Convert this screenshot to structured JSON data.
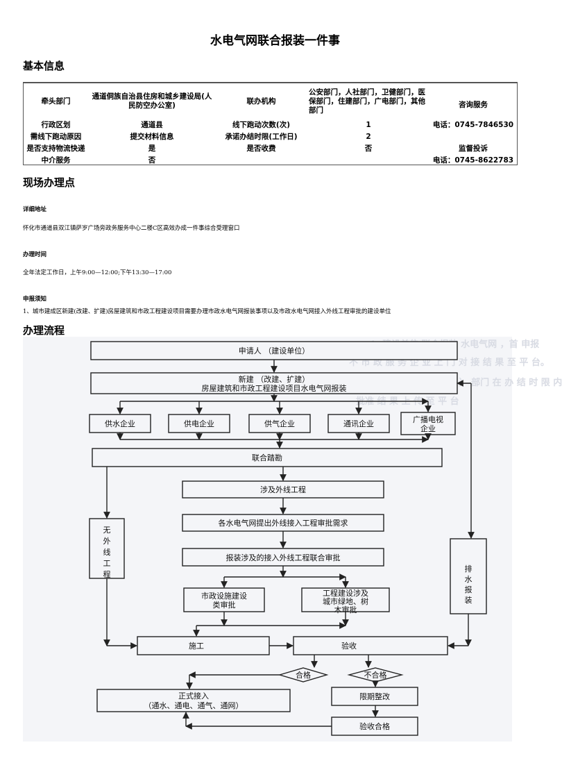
{
  "page_title": "水电气网联合报装一件事",
  "sections": {
    "basic_info": "基本信息",
    "onsite": "现场办理点",
    "process": "办理流程"
  },
  "basic_table": {
    "rows": [
      [
        "牵头部门",
        "通道侗族自治县住房和城乡建设局(人民防空办公室)",
        "联办机构",
        "公安部门，人社部门，卫健部门，医保部门，住建部门，广电部门，其他部门",
        "咨询服务"
      ],
      [
        "行政区划",
        "通道县",
        "线下跑动次数(次)",
        "1",
        "电话：0745-7846530"
      ],
      [
        "需线下跑动原因",
        "提交材料信息",
        "承诺办结时限(工作日)",
        "2",
        ""
      ],
      [
        "是否支持物流快递",
        "是",
        "是否收费",
        "否",
        "监督投诉"
      ],
      [
        "中介服务",
        "否",
        "",
        "",
        "电话：0745-8622783"
      ]
    ]
  },
  "onsite_info": {
    "address_label": "详细地址",
    "address": "怀化市通道县双江镇萨岁广场旁政务服务中心二楼C区高效办成一件事综合受理窗口",
    "hours_label": "办理时间",
    "hours": "全年法定工作日，上午9:00—12:00;下午13:30—17:00",
    "notice_label": "申报须知",
    "notice": "1、城市建成区新建(改建、扩建)房屋建筑和市政工程建设项目需要办理市政水电气网报装事项以及市政水电气网接入外线工程审批的建设单位"
  },
  "flow": {
    "applicant": "申请人 （建设单位）",
    "project_line1": "新建 （改建、扩建）",
    "project_line2": "房屋建筑和市政工程建设项目水电气网报装",
    "utilities": [
      "供水企业",
      "供电企业",
      "供气企业",
      "通讯企业"
    ],
    "broadcast_line1": "广播电视",
    "broadcast_line2": "企业",
    "joint_survey": "联合踏勘",
    "external_works": "涉及外线工程",
    "submit_needs": "各水电气网提出外线接入工程审批需求",
    "joint_approval": "报装涉及的接入外线工程联合审批",
    "municipal_line1": "市政设施建设",
    "municipal_line2": "类审批",
    "green_line1": "工程建设涉及",
    "green_line2": "城市绿地、树",
    "green_line3": "木审批",
    "no_external": "无外线工程",
    "drainage": "排水报装",
    "construction": "施工",
    "acceptance": "验收",
    "pass": "合格",
    "fail": "不合格",
    "formal_line1": "正式接入",
    "formal_line2": "（通水、通电、通气、通网）",
    "rectify": "限期整改",
    "accept_pass": "验收合格",
    "ghost1": "1.  建设单位  联合报装  水电气网  ，首  申报",
    "ghost2": "不 市 政 服 务 企 业 上 门 对 接 结 果 至 平 台。",
    "ghost3": "2.  住房城乡建设（  ）  部门 在 办 结 时 限 内",
    "ghost4": "批准 结 果 上 传 至 平 台"
  }
}
